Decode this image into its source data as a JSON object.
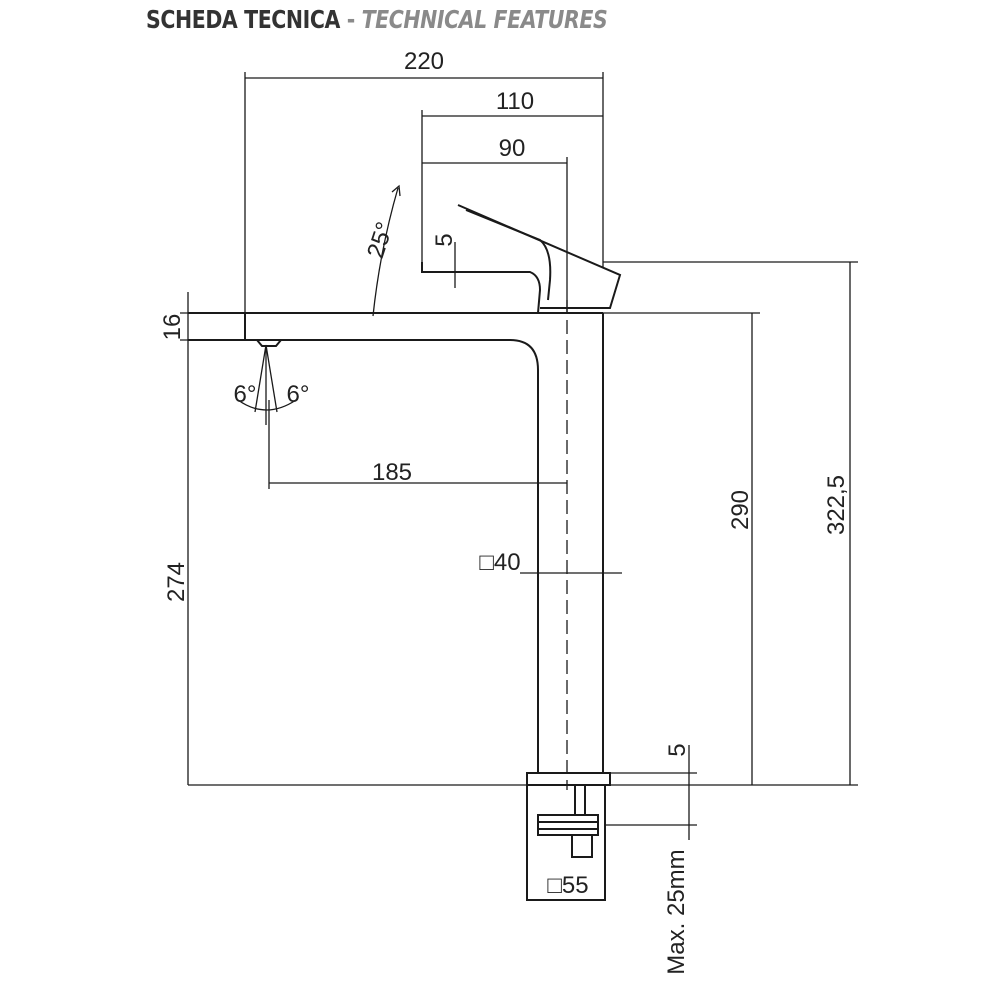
{
  "title": {
    "main": "SCHEDA TECNICA",
    "separator": "-",
    "subtitle": "TECHNICAL FEATURES"
  },
  "dimensions": {
    "overall_width": "220",
    "handle_offset": "110",
    "handle_axis": "90",
    "handle_angle": "25°",
    "handle_rise": "5",
    "spout_thickness": "16",
    "jet_angle_left": "6°",
    "jet_angle_right": "6°",
    "spout_reach": "185",
    "body_square": "□40",
    "spout_height": "274",
    "body_height": "290",
    "total_height": "322,5",
    "base_plate": "5",
    "flange_square": "□55",
    "max_deck": "Max. 25mm"
  }
}
